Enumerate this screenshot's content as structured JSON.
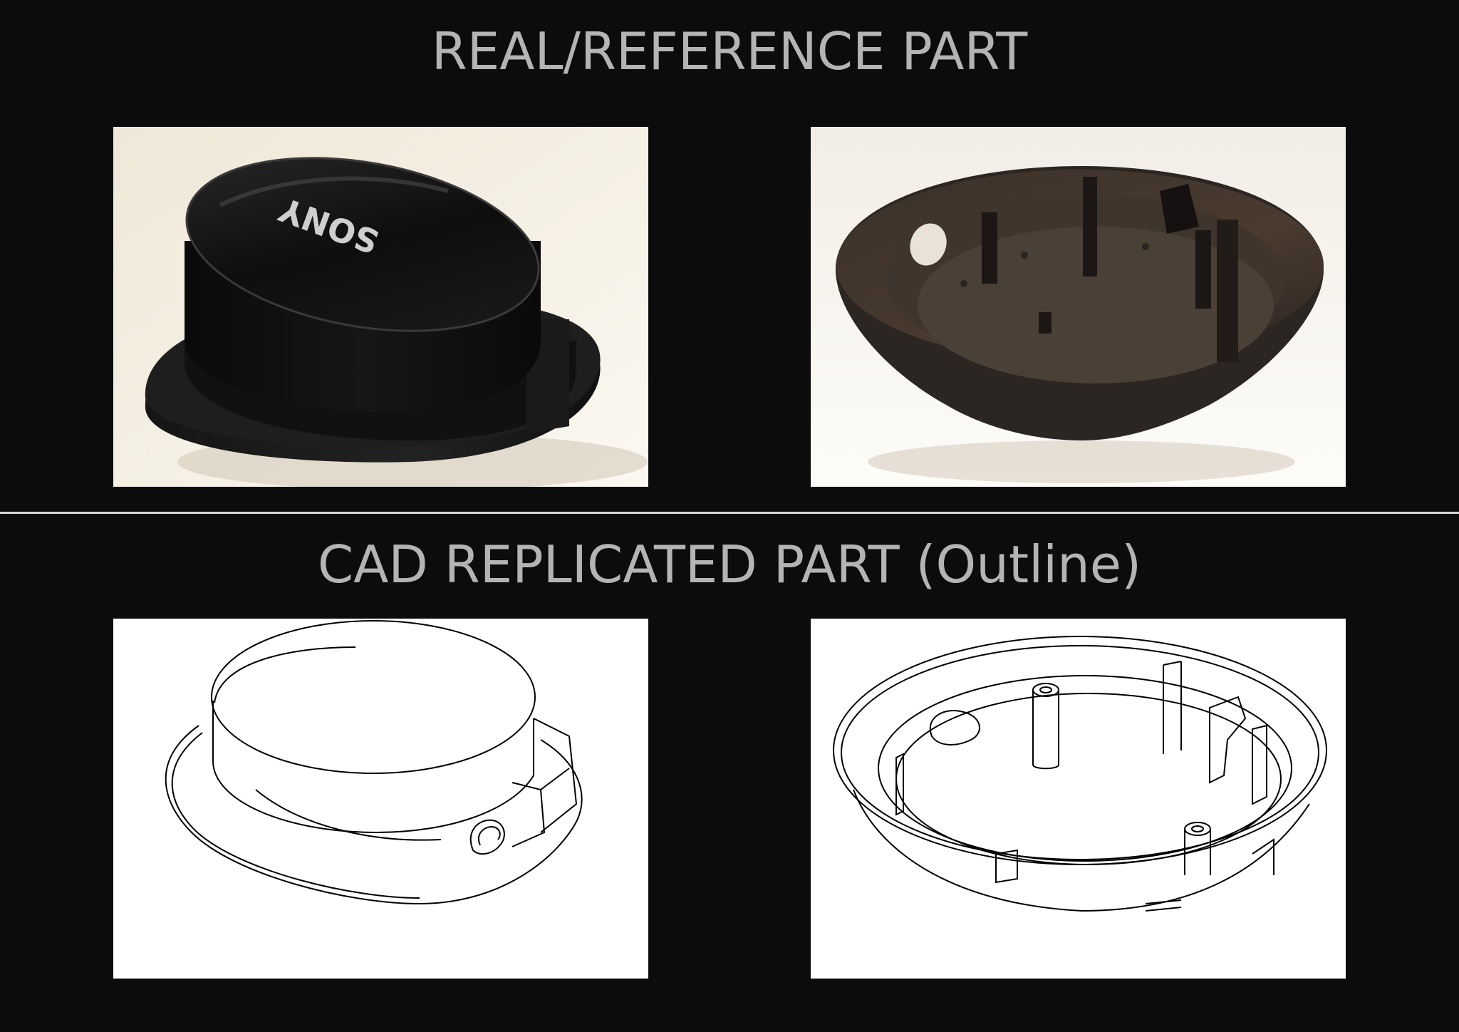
{
  "headings": {
    "top": "REAL/REFERENCE PART",
    "bottom": "CAD REPLICATED PART (Outline)"
  },
  "photos": {
    "cap_logo": "SONY"
  },
  "colors": {
    "background": "#0c0c0c",
    "heading_text": "#b4b4b4",
    "divider": "#d8d8d8",
    "drawing_bg": "#ffffff"
  }
}
